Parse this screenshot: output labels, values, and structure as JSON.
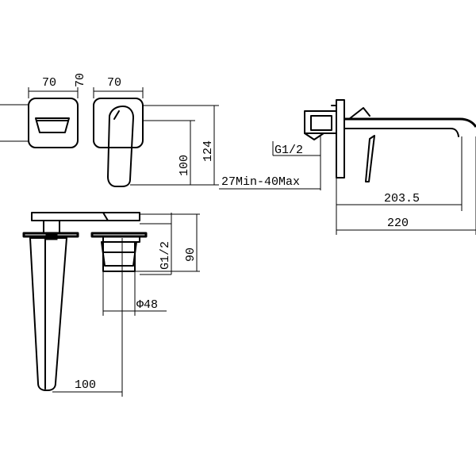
{
  "dimensions": {
    "front_width": "70",
    "plate_depth": "70",
    "side_width": "70",
    "lever_height": "100",
    "overall_height": "124",
    "inlet_thread_top": "G1/2",
    "inlet_thread_side": "G1/2",
    "wall_thickness": "27Min-40Max",
    "spout_reach": "203.5",
    "overall_length": "220",
    "body_depth": "90",
    "body_diameter": "Φ48",
    "spout_length": "100"
  }
}
